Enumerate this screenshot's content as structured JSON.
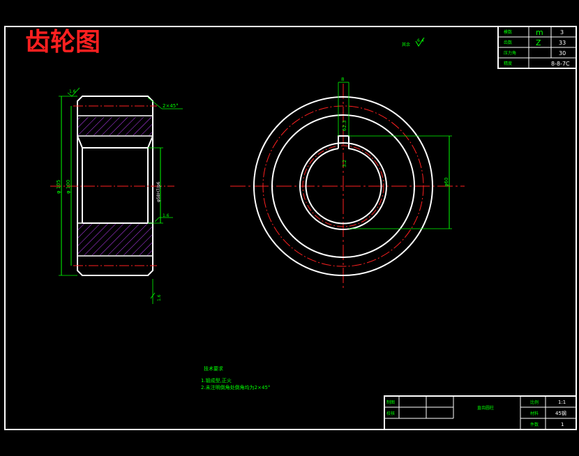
{
  "drawing_title": "齿轮图",
  "colors": {
    "background": "#000000",
    "outline": "#ffffff",
    "dimension": "#00ff00",
    "centerline": "#ff0000",
    "hatch": "#c040ff",
    "title": "#ff2020"
  },
  "roughness_note": {
    "label": "其余",
    "value": "6.4"
  },
  "param_table": {
    "rows": [
      {
        "name": "模数",
        "symbol": "m",
        "value": "3"
      },
      {
        "name": "齿数",
        "symbol": "Z",
        "value": "33"
      },
      {
        "name": "压力角",
        "symbol": "",
        "value": "30"
      },
      {
        "name": "精度",
        "symbol": "",
        "value": "8-8-7C"
      }
    ]
  },
  "side_view": {
    "chamfer_top": "2×45°",
    "roughness_top": "1.6",
    "roughness_mid": "1.6",
    "roughness_bottom": "1.6",
    "dia_outer": "φ 105",
    "dia_inner": "φ 100",
    "dia_bore": "φ58H7/p6"
  },
  "front_view": {
    "key_width": "8",
    "key_depth": "62.3",
    "bore_offset": "3.2",
    "height_dim": "φ60"
  },
  "tech_requirements": {
    "heading": "技术要求",
    "items": [
      "1.锻成型,正火",
      "2.未注明倒角处倒角均为2×45°"
    ]
  },
  "title_block": {
    "drawn_label": "制图",
    "check_label": "校核",
    "part_name": "直齿圆柱",
    "scale_label": "比例",
    "scale_value": "1:1",
    "material_label": "材料",
    "material_value": "45钢",
    "qty_label": "件数",
    "qty_value": "1"
  }
}
